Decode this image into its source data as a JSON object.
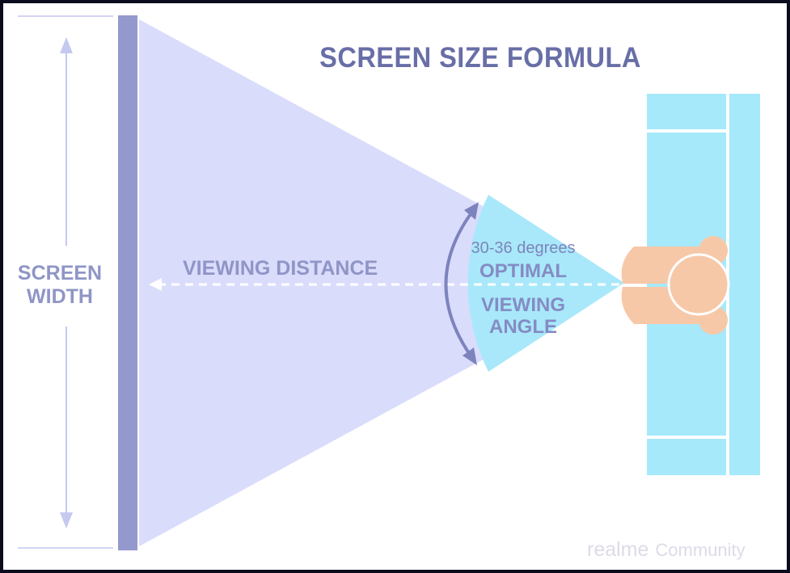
{
  "diagram": {
    "title": "SCREEN SIZE FORMULA",
    "screen_width_line1": "SCREEN",
    "screen_width_line2": "WIDTH",
    "viewing_distance": "VIEWING DISTANCE",
    "angle_degrees": "30-36 degrees",
    "angle_line1": "OPTIMAL",
    "angle_line2": "VIEWING",
    "angle_line3": "ANGLE"
  },
  "watermark": {
    "brand": "realme",
    "word": "Community"
  },
  "colors": {
    "screen_bar": "#9499cd",
    "cone": "#dadcfb",
    "optimal_cone": "#a8e8fa",
    "sofa": "#a6e9fb",
    "person": "#f7c8a8",
    "text": "#8f95c6",
    "title": "#686ea6",
    "arrow": "#7d83bd"
  },
  "icons": {
    "person": "person-topdown-icon",
    "sofa": "sofa-icon"
  }
}
